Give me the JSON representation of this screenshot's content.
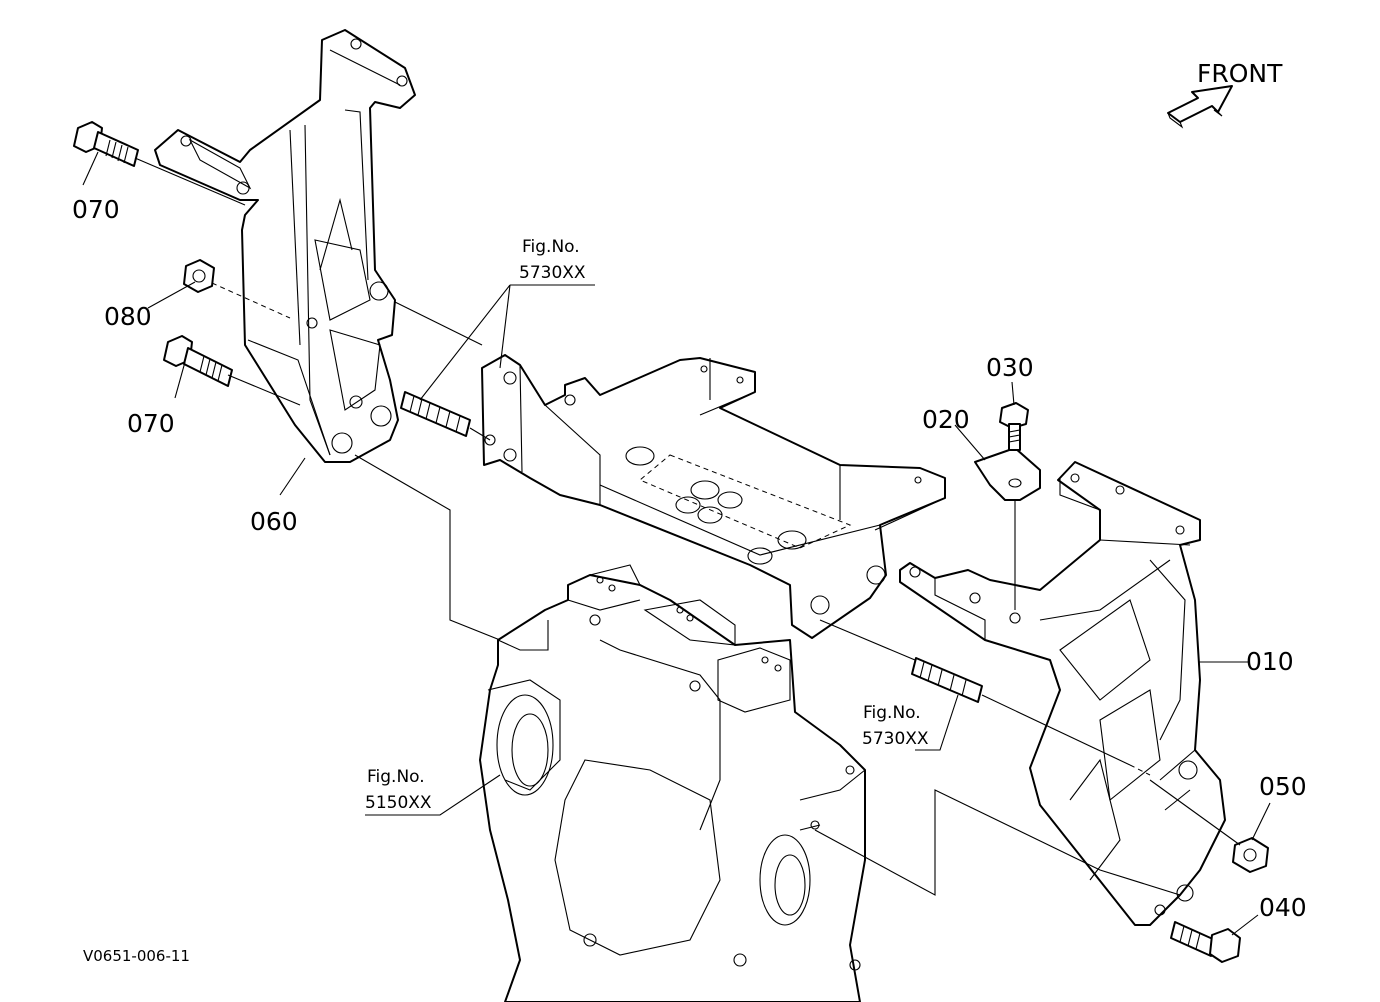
{
  "direction": {
    "label": "FRONT"
  },
  "drawing_code": "V0651-006-11",
  "callouts": {
    "p010": "010",
    "p020": "020",
    "p030": "030",
    "p040": "040",
    "p050": "050",
    "p060": "060",
    "p070a": "070",
    "p070b": "070",
    "p080": "080"
  },
  "references": {
    "ref_upper": {
      "prefix": "Fig.No.",
      "number": "5730XX"
    },
    "ref_right": {
      "prefix": "Fig.No.",
      "number": "5730XX"
    },
    "ref_lower": {
      "prefix": "Fig.No.",
      "number": "5150XX"
    }
  }
}
